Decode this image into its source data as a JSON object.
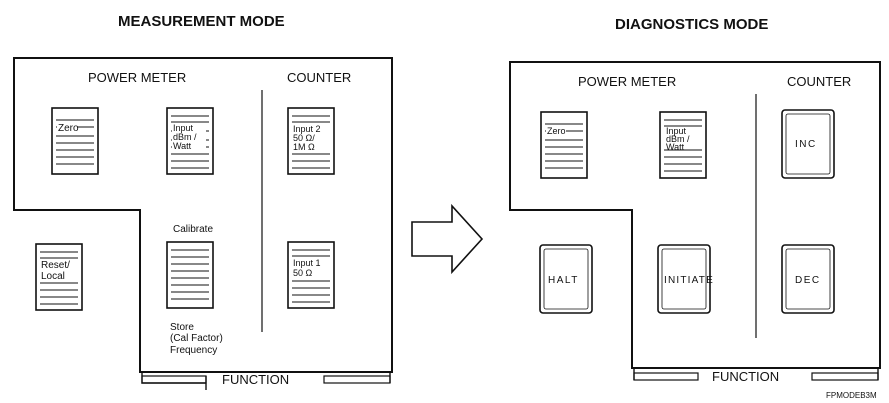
{
  "left": {
    "title": "MEASUREMENT MODE",
    "section_power": "POWER METER",
    "section_counter": "COUNTER",
    "function_label": "FUNCTION",
    "calibrate_label": "Calibrate",
    "store_lines": [
      "Store",
      "(Cal Factor)",
      "Frequency"
    ],
    "keys": {
      "zero": [
        "Zero"
      ],
      "input": [
        "Input",
        "dBm /",
        "Watt"
      ],
      "input2": [
        "Input 2",
        "50 Ω/",
        "1M Ω"
      ],
      "reset": [
        "Reset/",
        "Local"
      ],
      "input1": [
        "Input 1",
        "50 Ω"
      ]
    }
  },
  "right": {
    "title": "DIAGNOSTICS MODE",
    "section_power": "POWER METER",
    "section_counter": "COUNTER",
    "function_label": "FUNCTION",
    "keys": {
      "zero": [
        "Zero"
      ],
      "input": [
        "Input",
        "dBm /",
        "Watt"
      ],
      "inc": "INC",
      "halt": "HALT",
      "initiate": "INITIATE",
      "dec": "DEC"
    }
  },
  "figure_code": "FPMODEB3M"
}
